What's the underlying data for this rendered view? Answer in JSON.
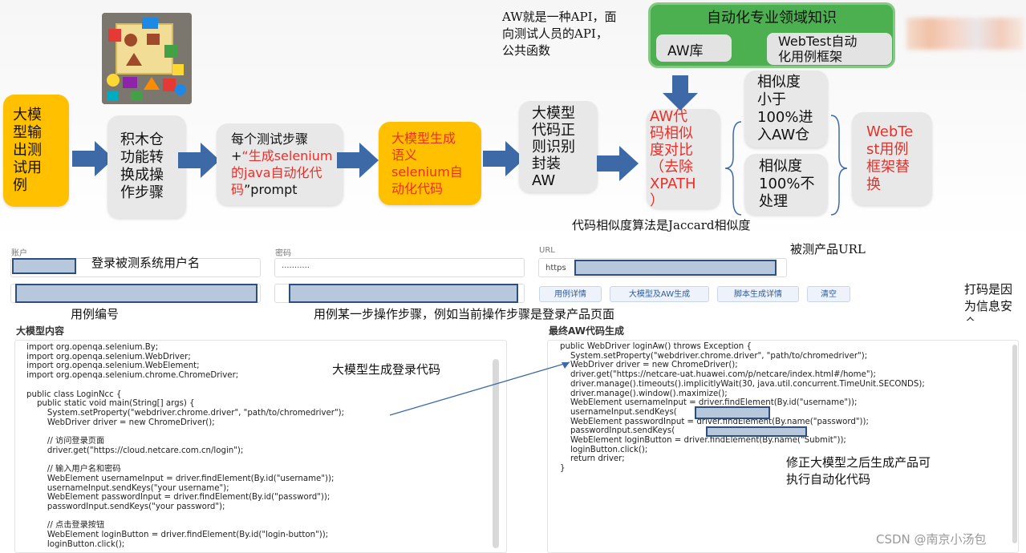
{
  "flow": {
    "box1": [
      "大模",
      "型输",
      "出测",
      "试用",
      "例"
    ],
    "box2": [
      "积木仓",
      "功能转",
      "换成操",
      "作步骤"
    ],
    "box3": {
      "line1": "每个测试步骤",
      "line2_prefix": "+",
      "line2_red": "“生成selenium",
      "line3_red": "的java自动化代",
      "line4_red": "码",
      "line4_suffix": "”prompt"
    },
    "box4": [
      "大模型生成",
      "语义",
      "selenium自",
      "动化代码"
    ],
    "box5": [
      "大模型",
      "代码正",
      "则识别",
      "封装",
      "AW"
    ],
    "box6": [
      "AW代",
      "码相似",
      "度对比",
      "（去除",
      "XPATH",
      "）"
    ],
    "box7": [
      "相似度",
      "小于",
      "100%进",
      "入AW仓"
    ],
    "box8": [
      "相似度",
      "100%不",
      "处理"
    ],
    "box9": [
      "WebTe",
      "st用例",
      "框架替",
      "换"
    ]
  },
  "knowledge": {
    "title": "自动化专业领域知识",
    "aw_lib": "AW库",
    "webtest_line1": "WebTest自动",
    "webtest_line2": "化用例框架"
  },
  "notes": {
    "aw_def": [
      "AW就是一种API，面",
      "向测试人员的API，",
      "公共函数"
    ],
    "jaccard": "代码相似度算法是Jaccard相似度",
    "login_user": "登录被测系统用户名",
    "product_url": "被测产品URL",
    "case_no": "用例编号",
    "step_desc": "用例某一步操作步骤，例如当前操作步骤是登录产品页面",
    "mosaic_reason": "打码是因为信息安全",
    "llm_login": "大模型生成登录代码",
    "fixed_code": [
      "修正大模型之后生成产品可",
      "执行自动化代码"
    ]
  },
  "form": {
    "account_label": "账户",
    "password_label": "密码",
    "url_label": "URL",
    "password_value": "···········",
    "url_prefix": "https",
    "buttons": [
      "用例详情",
      "大模型及AW生成",
      "脚本生成详情",
      "清空"
    ]
  },
  "left_panel": {
    "title": "大模型内容",
    "code": [
      "import org.openqa.selenium.By;",
      "import org.openqa.selenium.WebDriver;",
      "import org.openqa.selenium.WebElement;",
      "import org.openqa.selenium.chrome.ChromeDriver;",
      "",
      "public class LoginNcc {",
      "    public static void main(String[] args) {",
      "        System.setProperty(\"webdriver.chrome.driver\", \"path/to/chromedriver\");",
      "        WebDriver driver = new ChromeDriver();",
      "",
      "        // 访问登录页面",
      "        driver.get(\"https://cloud.netcare.com.cn/login\");",
      "",
      "        // 输入用户名和密码",
      "        WebElement usernameInput = driver.findElement(By.id(\"username\"));",
      "        usernameInput.sendKeys(\"your username\");",
      "        WebElement passwordInput = driver.findElement(By.id(\"password\"));",
      "        passwordInput.sendKeys(\"your password\");",
      "",
      "        // 点击登录按钮",
      "        WebElement loginButton = driver.findElement(By.id(\"login-button\"));",
      "        loginButton.click();"
    ]
  },
  "right_panel": {
    "title": "最终AW代码生成",
    "code": [
      "public WebDriver loginAw() throws Exception {",
      "    System.setProperty(\"webdriver.chrome.driver\", \"path/to/chromedriver\");",
      "    WebDriver driver = new ChromeDriver();",
      "    driver.get(\"https://netcare-uat.huawei.com/p/netcare/index.html#/home\");",
      "    driver.manage().timeouts().implicitlyWait(30, java.util.concurrent.TimeUnit.SECONDS);",
      "    driver.manage().window().maximize();",
      "    WebElement usernameInput = driver.findElement(By.id(\"username\"));",
      "    usernameInput.sendKeys(",
      "    WebElement passwordInput = driver.findElement(By.name(\"password\"));",
      "    passwordInput.sendKeys(",
      "    WebElement loginButton = driver.findElement(By.name(\"Submit\"));",
      "    loginButton.click();",
      "    return driver;",
      "}"
    ]
  },
  "watermark": "CSDN @南京小汤包",
  "colors": {
    "arrow": "#3d6aa6",
    "yellow": "#ffc000",
    "green": "#4caf50",
    "red": "#e8302a",
    "mask": "#b7c8dc"
  }
}
